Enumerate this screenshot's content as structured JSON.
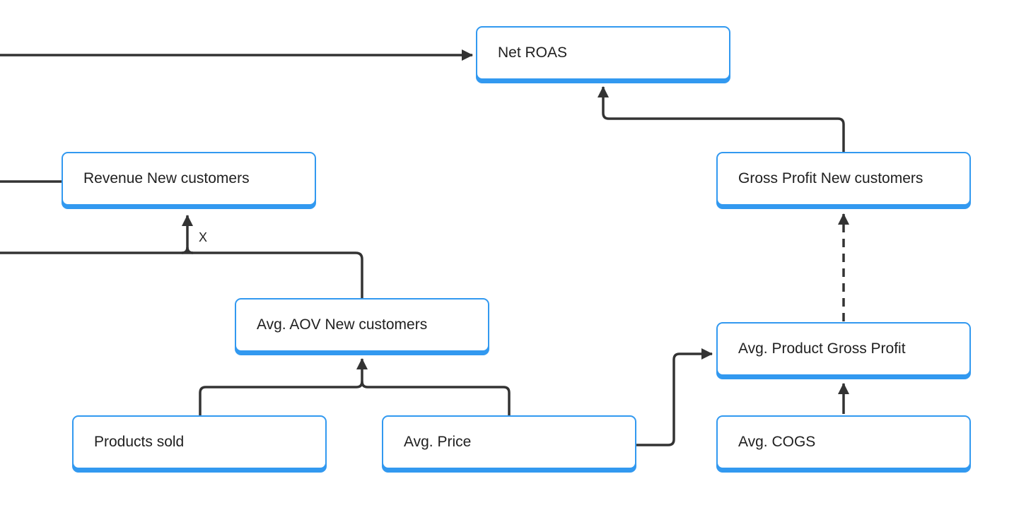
{
  "diagram": {
    "nodes": [
      {
        "id": "net-roas",
        "label": "Net ROAS"
      },
      {
        "id": "revenue-new-customers",
        "label": "Revenue New customers"
      },
      {
        "id": "gross-profit-new-customers",
        "label": "Gross Profit New customers"
      },
      {
        "id": "avg-aov-new-customers",
        "label": "Avg. AOV New customers"
      },
      {
        "id": "avg-product-gross-profit",
        "label": "Avg. Product Gross Profit"
      },
      {
        "id": "products-sold",
        "label": "Products sold"
      },
      {
        "id": "avg-price",
        "label": "Avg. Price"
      },
      {
        "id": "avg-cogs",
        "label": "Avg. COGS"
      }
    ],
    "edges": [
      {
        "from": "offscreen-left",
        "to": "net-roas",
        "style": "solid",
        "arrow": true
      },
      {
        "from": "offscreen-left",
        "to": "revenue-new-customers",
        "style": "solid",
        "arrow": false
      },
      {
        "from": "offscreen-left",
        "to": "avg-aov-new-customers",
        "style": "solid",
        "arrow": false
      },
      {
        "from": "avg-aov-new-customers",
        "to": "revenue-new-customers",
        "style": "solid",
        "arrow": true,
        "label": "X"
      },
      {
        "from": "products-sold",
        "to": "avg-aov-new-customers",
        "style": "solid",
        "arrow": true
      },
      {
        "from": "avg-price",
        "to": "avg-aov-new-customers",
        "style": "solid",
        "arrow": true
      },
      {
        "from": "avg-price",
        "to": "avg-product-gross-profit",
        "style": "solid",
        "arrow": true
      },
      {
        "from": "avg-cogs",
        "to": "avg-product-gross-profit",
        "style": "solid",
        "arrow": true
      },
      {
        "from": "avg-product-gross-profit",
        "to": "gross-profit-new-customers",
        "style": "dashed",
        "arrow": true
      },
      {
        "from": "gross-profit-new-customers",
        "to": "net-roas",
        "style": "solid",
        "arrow": true
      }
    ],
    "edge_labels": {
      "multiplication": "X"
    },
    "colors": {
      "node_border": "#3299f0",
      "node_fill": "#ffffff",
      "connector": "#333333",
      "text": "#1f1f1f"
    }
  }
}
